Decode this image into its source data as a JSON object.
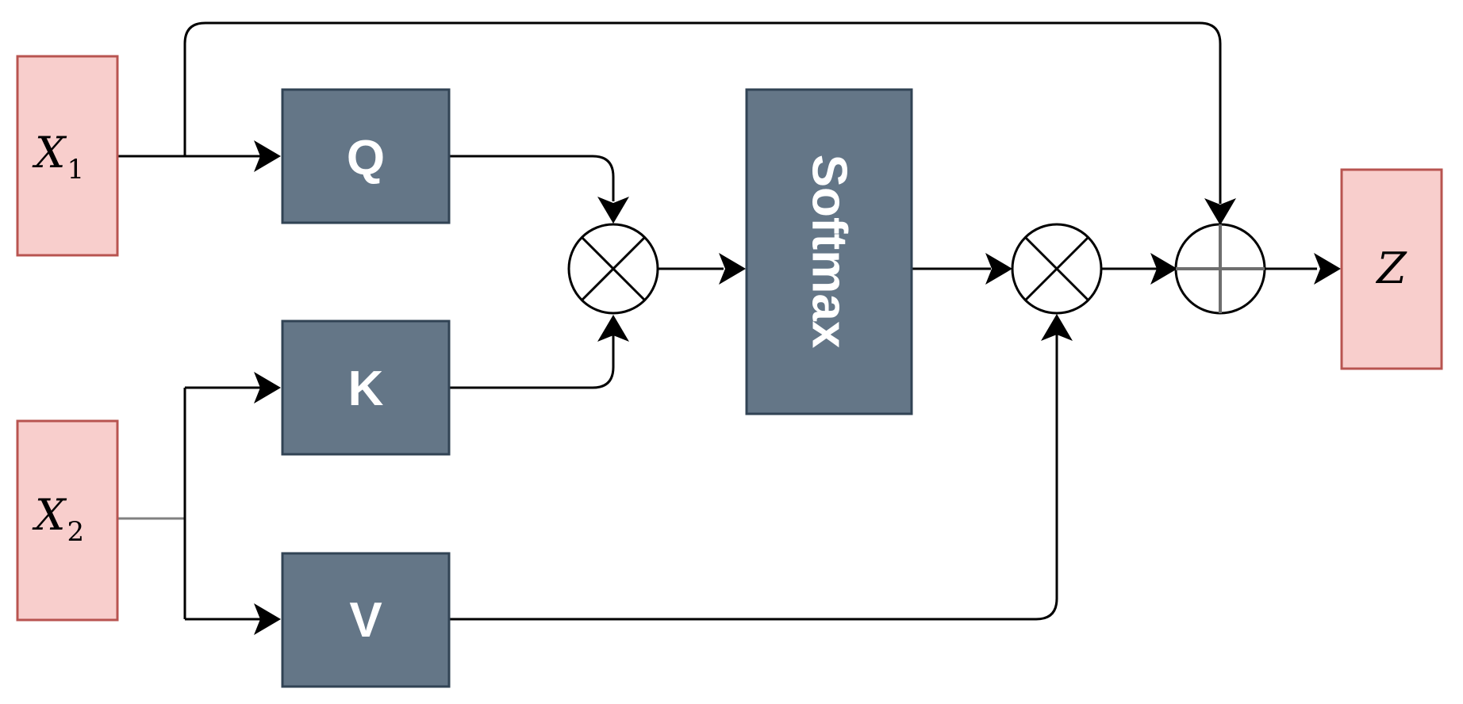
{
  "inputs": {
    "x1": {
      "symbol": "X",
      "subscript": "1"
    },
    "x2": {
      "symbol": "X",
      "subscript": "2"
    }
  },
  "output": {
    "symbol": "Z"
  },
  "blocks": {
    "query": "Q",
    "key": "K",
    "value": "V",
    "softmax": "Softmax"
  },
  "operators": {
    "qk_product": "multiply-circle-icon",
    "attention_value_product": "multiply-circle-icon",
    "residual_sum": "add-circle-icon"
  },
  "colors": {
    "input_fill": "#f8cecc",
    "input_border": "#b85450",
    "block_fill": "#647687",
    "block_border": "#314354",
    "block_text": "#ffffff",
    "wire": "#000000"
  }
}
